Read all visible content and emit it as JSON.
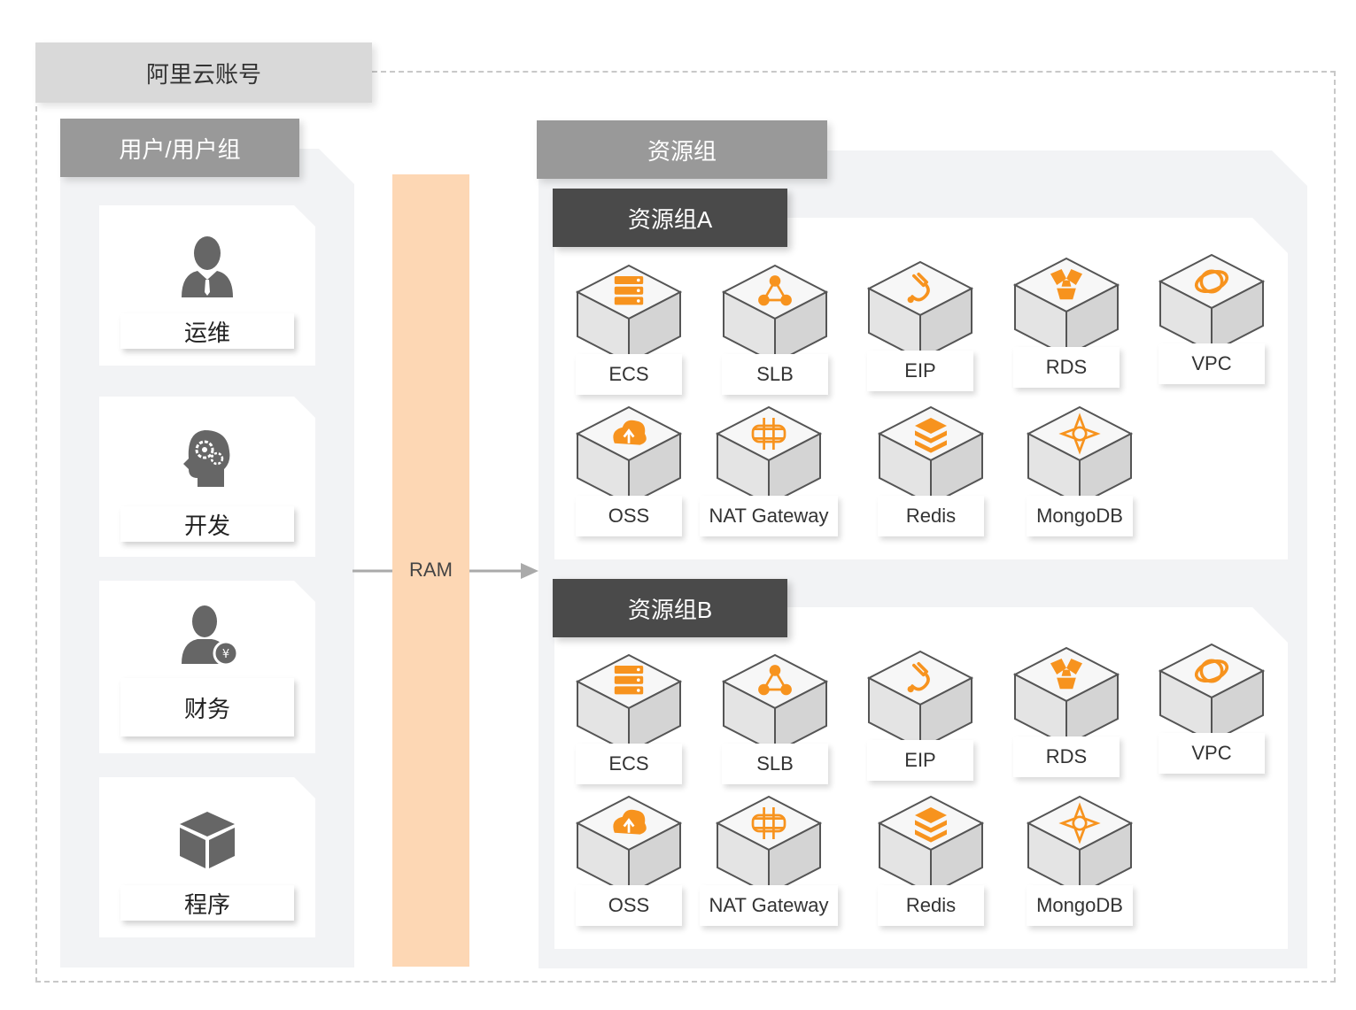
{
  "account": {
    "title": "阿里云账号"
  },
  "users": {
    "title": "用户/用户组",
    "roles": [
      {
        "label": "运维",
        "icon": "user-tie-icon"
      },
      {
        "label": "开发",
        "icon": "head-gears-icon"
      },
      {
        "label": "财务",
        "icon": "user-yen-icon"
      },
      {
        "label": "程序",
        "icon": "cube-icon"
      }
    ]
  },
  "ram": {
    "label": "RAM"
  },
  "resources": {
    "title": "资源组",
    "groups": [
      {
        "title": "资源组A",
        "services": [
          {
            "label": "ECS",
            "icon": "server-stack-icon"
          },
          {
            "label": "SLB",
            "icon": "load-balancer-icon"
          },
          {
            "label": "EIP",
            "icon": "plug-icon"
          },
          {
            "label": "RDS",
            "icon": "database-hex-icon"
          },
          {
            "label": "VPC",
            "icon": "orbit-icon"
          },
          {
            "label": "OSS",
            "icon": "cloud-upload-icon"
          },
          {
            "label": "NAT Gateway",
            "icon": "nat-arrows-icon"
          },
          {
            "label": "Redis",
            "icon": "stack-layers-icon"
          },
          {
            "label": "MongoDB",
            "icon": "star-diamond-icon"
          }
        ]
      },
      {
        "title": "资源组B",
        "services": [
          {
            "label": "ECS",
            "icon": "server-stack-icon"
          },
          {
            "label": "SLB",
            "icon": "load-balancer-icon"
          },
          {
            "label": "EIP",
            "icon": "plug-icon"
          },
          {
            "label": "RDS",
            "icon": "database-hex-icon"
          },
          {
            "label": "VPC",
            "icon": "orbit-icon"
          },
          {
            "label": "OSS",
            "icon": "cloud-upload-icon"
          },
          {
            "label": "NAT Gateway",
            "icon": "nat-arrows-icon"
          },
          {
            "label": "Redis",
            "icon": "stack-layers-icon"
          },
          {
            "label": "MongoDB",
            "icon": "star-diamond-icon"
          }
        ]
      }
    ]
  },
  "colors": {
    "accent": "#f7931e",
    "ram_bar": "#fdd7b4",
    "icon_gray": "#666666"
  }
}
